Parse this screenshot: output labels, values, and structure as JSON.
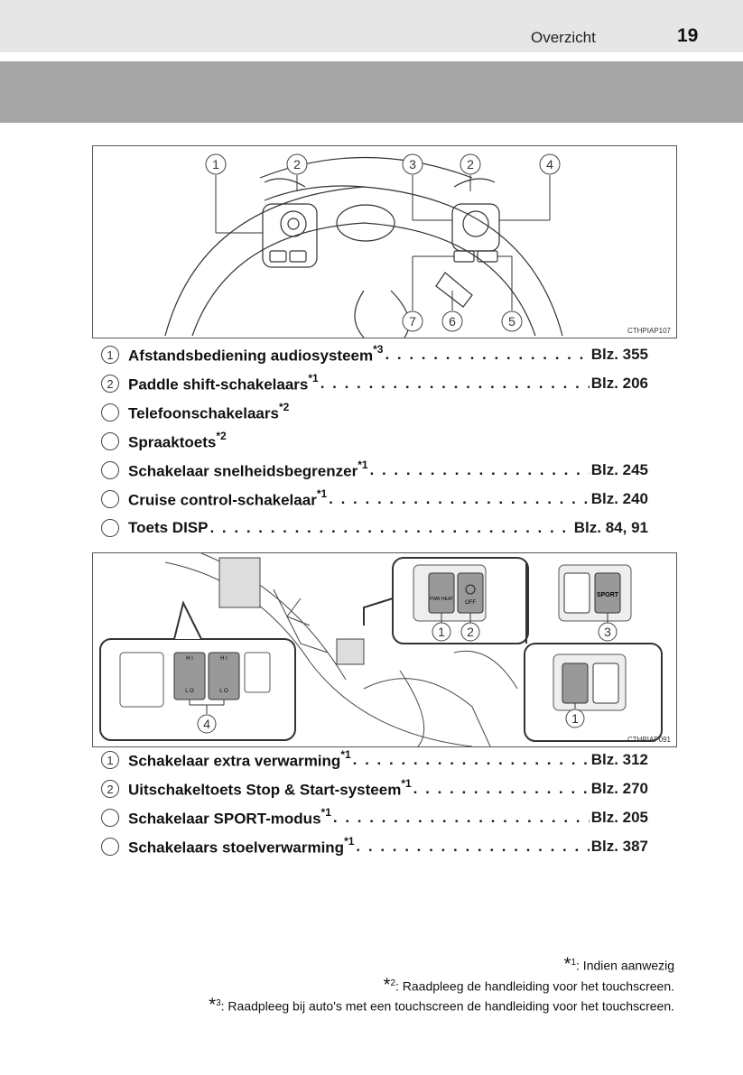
{
  "header": {
    "title": "Overzicht",
    "page_number": "19"
  },
  "figure1": {
    "code": "CTHPIAP107",
    "callouts": [
      "1",
      "2",
      "3",
      "2",
      "4",
      "7",
      "6",
      "5"
    ]
  },
  "list1": [
    {
      "num": "1",
      "label": "Afstandsbediening audiosysteem",
      "note": "*3",
      "page": "Blz. 355"
    },
    {
      "num": "2",
      "label": "Paddle shift-schakelaars",
      "note": "*1",
      "page": "Blz. 206"
    },
    {
      "num": "",
      "label": "Telefoonschakelaars",
      "note": "*2",
      "page": ""
    },
    {
      "num": "",
      "label": "Spraaktoets",
      "note": "*2",
      "page": ""
    },
    {
      "num": "",
      "label": "Schakelaar snelheidsbegrenzer",
      "note": "*1",
      "page": "Blz. 245"
    },
    {
      "num": "",
      "label": "Cruise control-schakelaar",
      "note": "*1",
      "page": "Blz. 240"
    },
    {
      "num": "",
      "label": "Toets DISP",
      "note": "",
      "page": "Blz. 84, 91"
    }
  ],
  "figure2": {
    "code": "CTHPIAP091",
    "callouts": [
      "1",
      "2",
      "3",
      "1",
      "4"
    ],
    "switch_labels": {
      "hi": "H I",
      "lo": "L O",
      "off": "OFF",
      "sport": "SPORT",
      "pwr_heat": "PWR HEAT"
    }
  },
  "list2": [
    {
      "num": "1",
      "label": "Schakelaar extra verwarming",
      "note": "*1",
      "page": "Blz. 312"
    },
    {
      "num": "2",
      "label": "Uitschakeltoets Stop & Start-systeem",
      "note": "*1",
      "page": "Blz. 270"
    },
    {
      "num": "",
      "label": "Schakelaar SPORT-modus",
      "note": "*1",
      "page": "Blz. 205"
    },
    {
      "num": "",
      "label": "Schakelaars stoelverwarming",
      "note": "*1",
      "page": "Blz. 387"
    }
  ],
  "footnotes": [
    {
      "star": "*",
      "sup": "1",
      "text": ": Indien aanwezig"
    },
    {
      "star": "*",
      "sup": "2",
      "text": ": Raadpleeg de handleiding voor het touchscreen."
    },
    {
      "star": "*",
      "sup": "3",
      "text": ": Raadpleeg bij auto's met een touchscreen de handleiding voor het touchscreen."
    }
  ],
  "dots_text": ". . . . . . . . . . . . . . . . . . . . . . . . . . . . . . . . . . . . . . . . . . . . . . . . . . . . ."
}
